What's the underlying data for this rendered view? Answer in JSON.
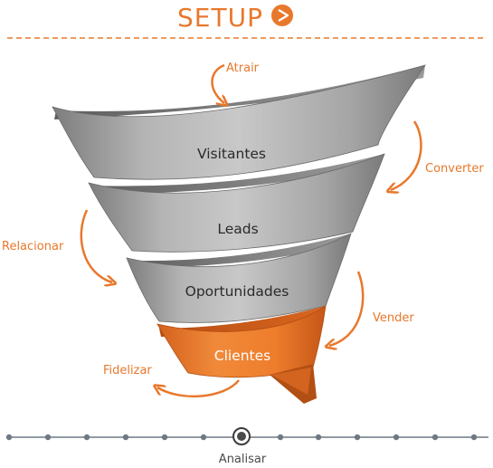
{
  "header": {
    "title": "SETUP",
    "play_icon": "play-circle-icon"
  },
  "funnel": {
    "stages": [
      "Visitantes",
      "Leads",
      "Oportunidades",
      "Clientes"
    ]
  },
  "actions": {
    "atrair": "Atrair",
    "converter": "Converter",
    "relacionar": "Relacionar",
    "vender": "Vender",
    "fidelizar": "Fidelizar"
  },
  "timeline": {
    "label": "Analisar"
  },
  "colors": {
    "accent": "#e8782c",
    "band_gray": "#9a9a9a",
    "band_text": "#2a2a2a",
    "timeline": "#6f7984"
  }
}
